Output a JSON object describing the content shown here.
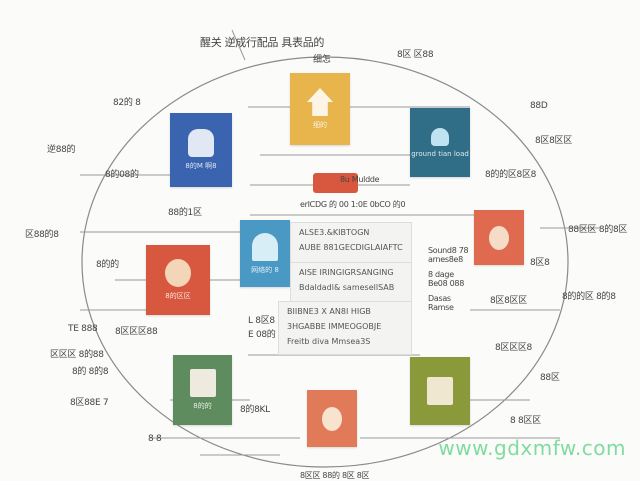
{
  "colors": {
    "yellow": "#e8b44c",
    "blue": "#3a63b0",
    "teal": "#2f6e86",
    "red": "#d8573f",
    "lightblue": "#4a98c4",
    "coral": "#e06a4f",
    "green": "#5f8c5e",
    "orange": "#e07a58",
    "olive": "#8a9a3a",
    "ring": "#888888"
  },
  "title": "醒关 逆成行配品 具表品的",
  "subtitle": "细怎",
  "tiles": [
    {
      "cap": "细的",
      "icon": "house-icon"
    },
    {
      "cap": "8的M 啊8",
      "icon": "figure-icon"
    },
    {
      "cap": "ground tian load",
      "icon": "building-icon"
    },
    {
      "cap": "8的区区",
      "icon": "person-icon"
    },
    {
      "cap": "网络的 8",
      "icon": "dome-icon"
    },
    {
      "cap": "",
      "icon": "person-icon"
    },
    {
      "cap": "8的的",
      "icon": "jar-icon"
    },
    {
      "cap": "",
      "icon": "person-icon"
    },
    {
      "cap": "",
      "icon": "jar-icon"
    }
  ],
  "center": {
    "caption": "8u Muldde",
    "sub": "erICDG 的 00 1:0E 0bCO 的0"
  },
  "panels": [
    {
      "lines": [
        "ALSE3.&KIBTOGN",
        "AUBE 881GECDIGLAIAFTC"
      ]
    },
    {
      "lines": [
        "AISE IRINGIGRSANGING",
        "Bdaldadl& samesellSAB"
      ]
    },
    {
      "lines": [
        "BIIBNE3 X AN8I HIGB",
        "3HGABBE IMMEOGOBJE",
        "Freitb diva Mmsea3S"
      ]
    }
  ],
  "labels": {
    "l1": "82的 8",
    "l2": "逆88的",
    "l3": "8的08的",
    "l4": "88的1区",
    "l5": "区88的8",
    "l6": "8的的",
    "l7": "TE 888",
    "l8": "8的8KL",
    "l9": "区区区 8的88",
    "l10": "8的 8的8",
    "l11": "8区88E 7",
    "l12": "8 8",
    "r1": "88D",
    "r2": "8区8区区",
    "r3": "8的的区8区8",
    "r4": "88区区 8的8区",
    "r5": "8区8",
    "r6": "8的的区 8的8",
    "r7": "8区8区区",
    "r8": "8区区区8",
    "r9": "88区",
    "r10": "8 8区区",
    "m1": "L 8区8",
    "m2": "E 08的",
    "m3": "8区区区88",
    "right1": "Sound8 78 arnes8e8",
    "right2": "8 dage Be08 088",
    "right3": "Dasas Ramse",
    "bottom": "8区区 88的 8区 8区",
    "top_right": "8区 区88"
  },
  "watermark": "www.gdxmfw.com"
}
